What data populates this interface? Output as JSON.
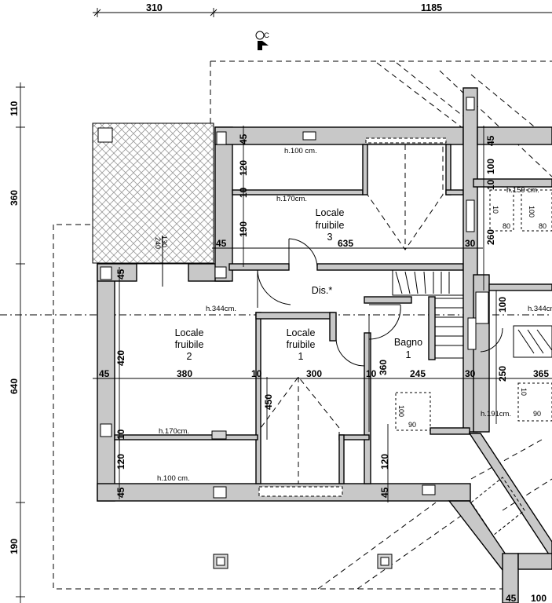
{
  "top_dims": {
    "d1": "310",
    "d2": "1185"
  },
  "left_dims": {
    "d1": "110",
    "d2": "360",
    "d3": "640",
    "d4": "190"
  },
  "inner_dims": {
    "w45_top": "45",
    "h120_top": "120",
    "w10_a": "10",
    "h190": "190",
    "w45_mid": "45",
    "w635": "635",
    "w30_a": "30",
    "w260": "260",
    "w100_r": "100",
    "w10_r": "10",
    "w45_r": "45",
    "w45_l": "45",
    "w420": "420",
    "w45_l2": "45",
    "w380": "380",
    "w10_b": "10",
    "w300": "300",
    "w10_c": "10",
    "h360": "360",
    "w245": "245",
    "w30_b": "30",
    "h250": "250",
    "w365": "365",
    "h100_r": "100",
    "h450": "450",
    "w10_d": "10",
    "h120_b": "120",
    "w45_bot": "45",
    "h120_c": "120",
    "w45_bot2": "45",
    "w45_br": "45",
    "w100_br": "100"
  },
  "heights": {
    "h100_top": "h.100 cm.",
    "h170_top": "h.170cm.",
    "h344_l": "h.344cm.",
    "h159": "h.159 cm.",
    "h344_r": "h.344cm.",
    "h191": "h.191cm.",
    "h170_bot": "h.170cm.",
    "h100_bot": "h.100 cm."
  },
  "rooms": {
    "r3": {
      "l1": "Locale",
      "l2": "fruibile",
      "l3": "3"
    },
    "r2": {
      "l1": "Locale",
      "l2": "fruibile",
      "l3": "2"
    },
    "r1": {
      "l1": "Locale",
      "l2": "fruibile",
      "l3": "1"
    },
    "dis": "Dis.*",
    "bagno": {
      "l1": "Bagno",
      "l2": "1"
    }
  },
  "fixtures": {
    "terrace_a": "130",
    "terrace_b": "240",
    "f80a": "80",
    "f10a": "10",
    "f80b": "80",
    "f100b": "100",
    "f90": "90",
    "f100c": "100",
    "f90b": "90",
    "f10b": "10"
  },
  "compass": {
    "label": "C"
  }
}
